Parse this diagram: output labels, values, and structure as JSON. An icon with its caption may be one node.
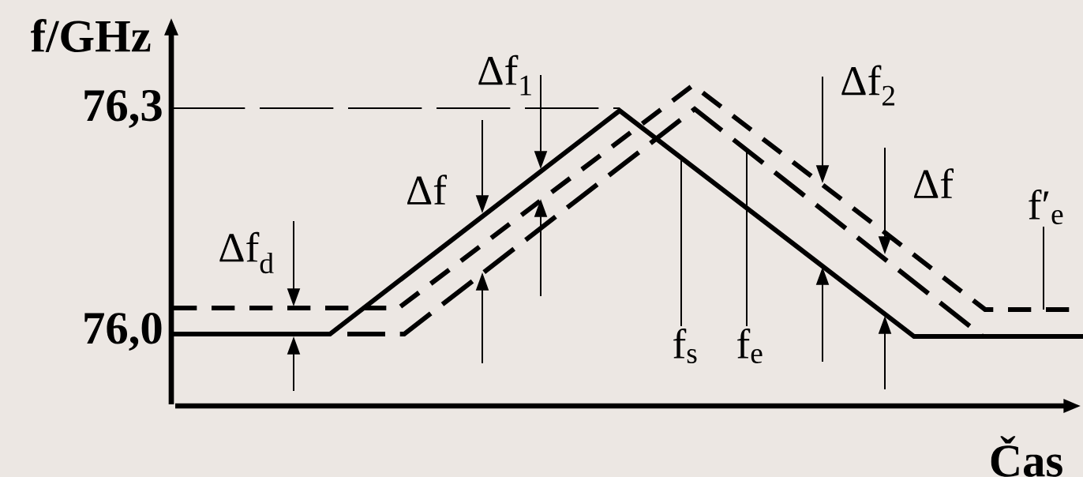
{
  "diagram": {
    "nodes": [
      {
        "text": [
          "f$_{s}$"
        ]
      },
      {
        "text": [
          "f$_{e}$"
        ]
      },
      {
        "text": [
          "f′$_{e}$"
        ]
      }
    ],
    "edges": [
      {
        "from": 0,
        "to": null,
        "arrow": "none"
      },
      {
        "from": 1,
        "to": null,
        "arrow": "none"
      },
      {
        "from": 2,
        "to": null,
        "arrow": "none"
      }
    ],
    "labels": [
      "f/GHz",
      "76,3",
      "Δf$_{1}$",
      "Δf$_{2}$",
      "Δf",
      "Δf",
      "Δf$_{d}$",
      "76,0",
      "Čas"
    ]
  }
}
